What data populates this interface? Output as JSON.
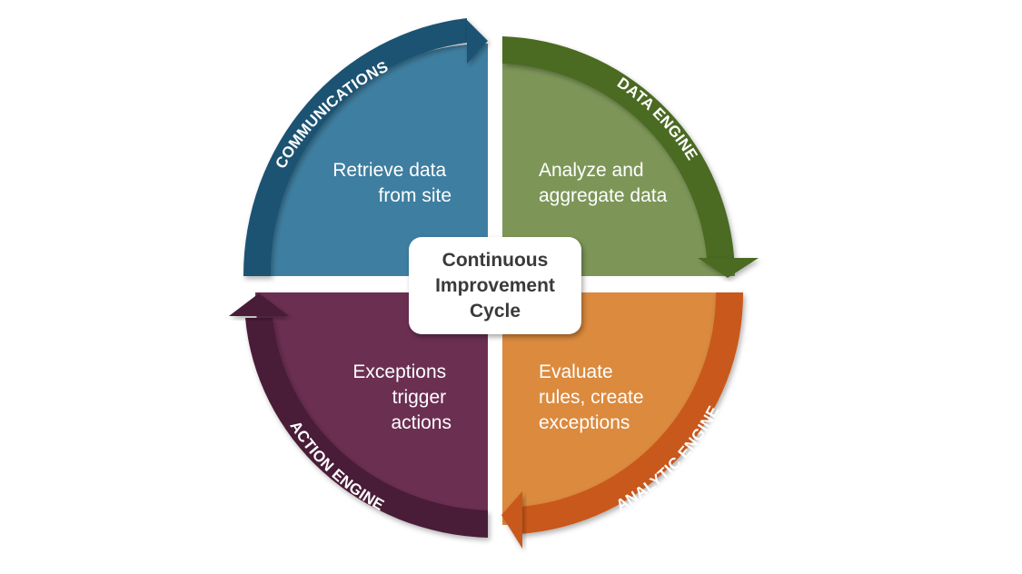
{
  "center": {
    "title": "Continuous\nImprovement\nCycle"
  },
  "quadrants": [
    {
      "id": "communications",
      "label": "COMMUNICATIONS",
      "lines": [
        "Retrieve data",
        "from site"
      ],
      "fill_color": "#3e7ea0",
      "arc_color": "#1d5372"
    },
    {
      "id": "data-engine",
      "label": "DATA ENGINE",
      "lines": [
        "Analyze and",
        "aggregate data"
      ],
      "fill_color": "#7d9658",
      "arc_color": "#4c6b22"
    },
    {
      "id": "analytic-engine",
      "label": "ANALYTIC ENGINE",
      "lines": [
        "Evaluate",
        "rules, create",
        "exceptions"
      ],
      "fill_color": "#db8a3e",
      "arc_color": "#c9591d"
    },
    {
      "id": "action-engine",
      "label": "ACTION ENGINE",
      "lines": [
        "Exceptions",
        "trigger",
        "actions"
      ],
      "fill_color": "#6b2f52",
      "arc_color": "#4a1a38"
    }
  ]
}
